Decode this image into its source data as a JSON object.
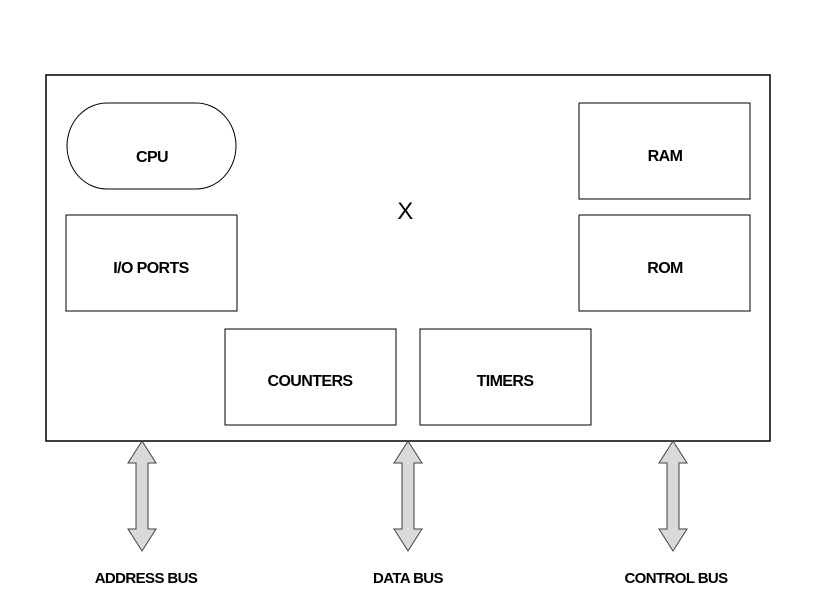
{
  "diagram": {
    "type": "block-diagram",
    "container": {
      "center_mark": "X"
    },
    "components": {
      "cpu": "CPU",
      "io_ports": "I/O PORTS",
      "ram": "RAM",
      "rom": "ROM",
      "counters": "COUNTERS",
      "timers": "TIMERS"
    },
    "buses": {
      "address": "ADDRESS BUS",
      "data": "DATA BUS",
      "control": "CONTROL BUS"
    },
    "colors": {
      "stroke": "#000000",
      "arrow_fill": "#d9d9d9",
      "arrow_stroke": "#404040",
      "background": "#ffffff"
    }
  }
}
